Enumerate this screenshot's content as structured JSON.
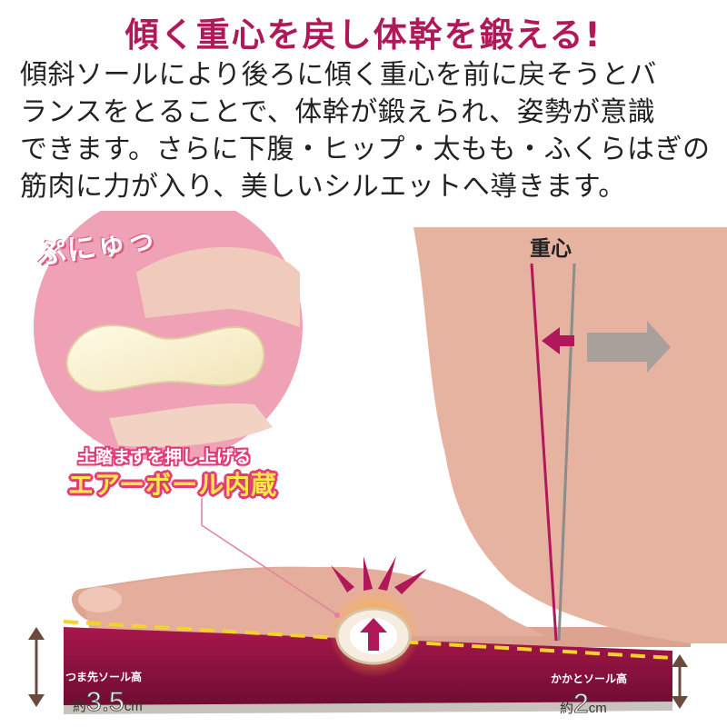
{
  "headline": "傾く重心を戻し体幹を鍛える!",
  "description_lines": [
    "傾斜ソールにより後ろに傾く重心を前に戻そうとバ",
    "ランスをとることで、体幹が鍛えられ、姿勢が意識",
    "できます。さらに下腹・ヒップ・太もも・ふくらはぎの",
    "筋肉に力が入り、美しいシルエットへ導きます。"
  ],
  "center_of_gravity_label": "重心",
  "inset": {
    "onomatopoeia": "ぷにゅっ",
    "callout_line1": "土踏まずを押し上げる",
    "callout_line2": "エアーボール内蔵"
  },
  "toe_sole": {
    "label": "つま先ソール高",
    "prefix": "約",
    "value": "3.5",
    "unit": "cm"
  },
  "heel_sole": {
    "label": "かかとソール高",
    "prefix": "約",
    "value": "2",
    "unit": "cm"
  },
  "colors": {
    "accent": "#b0185a",
    "sole": "#8e1340",
    "callout_pink": "#e23c76",
    "highlight_yellow": "#ffe94a",
    "gray_arrow": "#9a9a9a",
    "dashed_line": "#f5d22b"
  },
  "icons": [
    "double-arrow-icon",
    "arrow-left-icon",
    "arrow-right-icon",
    "arrow-up-icon",
    "burst-icon"
  ]
}
